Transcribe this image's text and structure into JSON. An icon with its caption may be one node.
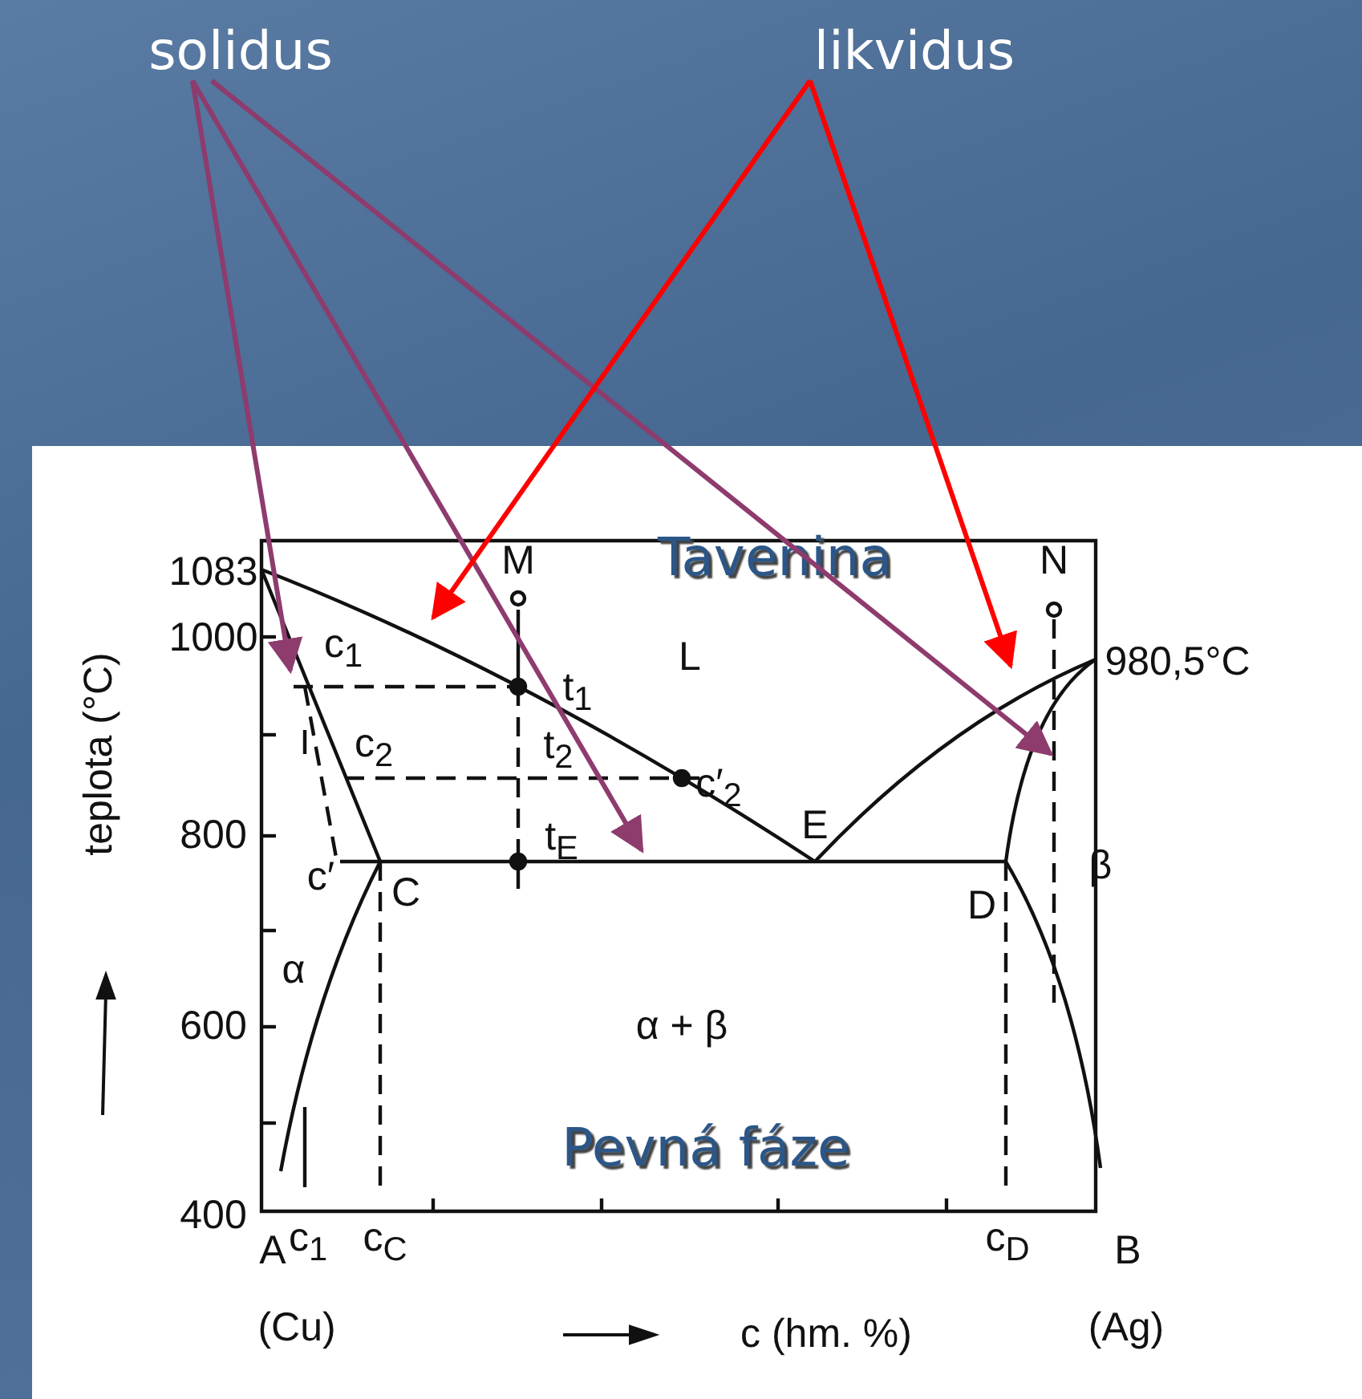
{
  "diagram": {
    "nodes": [
      {
        "text": [
          "solidus"
        ]
      },
      {
        "text": [
          "likvidus"
        ]
      }
    ],
    "edges": [
      {
        "from": 0,
        "to": null,
        "arrow": "to"
      },
      {
        "from": 0,
        "to": null,
        "arrow": "to"
      },
      {
        "from": 0,
        "to": null,
        "arrow": "to"
      },
      {
        "from": 1,
        "to": null,
        "arrow": "to",
        "color": "#ff0000"
      },
      {
        "from": 1,
        "to": null,
        "arrow": "to",
        "color": "#ff0000"
      }
    ],
    "labels": [
      "M",
      "Tavenina",
      "N",
      "1083",
      "1000",
      "c$_{1}$",
      "L",
      "t$_{1}$",
      "980,5°C",
      "c$_{2}$",
      "t$_{2}$",
      "c′$_{2}$",
      "teplota (°C)",
      "800",
      "t$_{E}$",
      "E",
      "c′",
      "C",
      "D",
      "β",
      "α",
      "600",
      "α + β",
      "Pevná fáze",
      "400",
      "A",
      "c$_{1}$",
      "c$_{C}$",
      "c$_{D}$",
      "B",
      "(Cu)",
      "c (hm. %)",
      "(Ag)"
    ]
  }
}
